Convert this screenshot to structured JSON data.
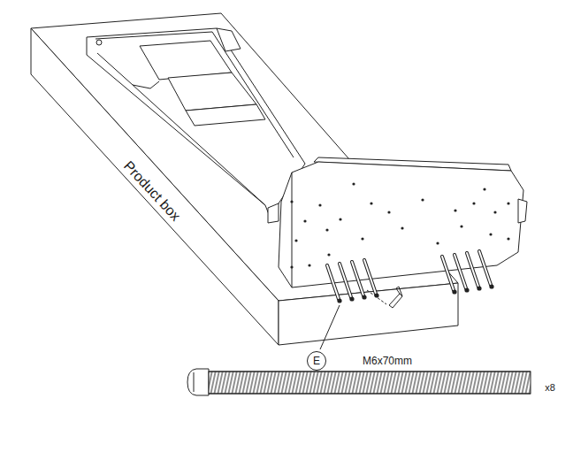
{
  "diagram": {
    "nodes": [
      {
        "text": [
          "E"
        ]
      }
    ],
    "labels": [
      "Product box",
      "M6x70mm",
      "x8"
    ]
  }
}
